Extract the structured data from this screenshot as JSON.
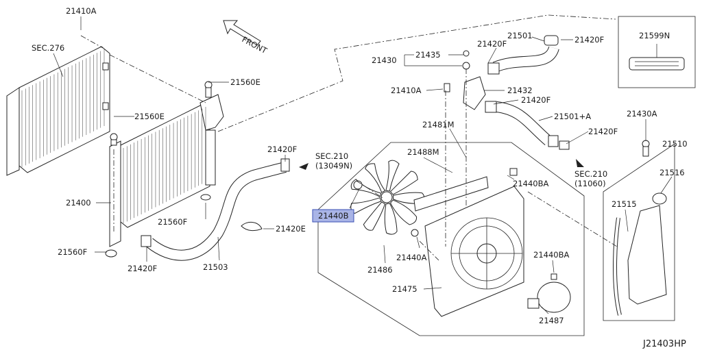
{
  "diagram": {
    "code": "J21403HP",
    "arrow_label": "FRONT",
    "highlight_color": "#a9b4e6",
    "highlight_border": "#3a4fb4",
    "labels": [
      {
        "id": "21410A-top",
        "text": "21410A"
      },
      {
        "id": "sec276",
        "text": "SEC.276"
      },
      {
        "id": "21560E-a",
        "text": "21560E"
      },
      {
        "id": "21560E-b",
        "text": "21560E"
      },
      {
        "id": "21400",
        "text": "21400"
      },
      {
        "id": "21560F-a",
        "text": "21560F"
      },
      {
        "id": "21560F-b",
        "text": "21560F"
      },
      {
        "id": "21420F-a",
        "text": "21420F"
      },
      {
        "id": "21420F-b",
        "text": "21420F"
      },
      {
        "id": "sec210-a1",
        "text": "SEC.210"
      },
      {
        "id": "sec210-a2",
        "text": "(13049N)"
      },
      {
        "id": "21420E",
        "text": "21420E"
      },
      {
        "id": "21503",
        "text": "21503"
      },
      {
        "id": "21440B",
        "text": "21440B"
      },
      {
        "id": "21486",
        "text": "21486"
      },
      {
        "id": "21488M",
        "text": "21488M"
      },
      {
        "id": "21481M",
        "text": "21481M"
      },
      {
        "id": "21440BA-a",
        "text": "21440BA"
      },
      {
        "id": "21440A",
        "text": "21440A"
      },
      {
        "id": "21440BA-b",
        "text": "21440BA"
      },
      {
        "id": "21475",
        "text": "21475"
      },
      {
        "id": "21487",
        "text": "21487"
      },
      {
        "id": "21430",
        "text": "21430"
      },
      {
        "id": "21435",
        "text": "21435"
      },
      {
        "id": "21420F-c",
        "text": "21420F"
      },
      {
        "id": "21501",
        "text": "21501"
      },
      {
        "id": "21420F-d",
        "text": "21420F"
      },
      {
        "id": "21410A-mid",
        "text": "21410A"
      },
      {
        "id": "21432",
        "text": "21432"
      },
      {
        "id": "21420F-e",
        "text": "21420F"
      },
      {
        "id": "21501A",
        "text": "21501+A"
      },
      {
        "id": "21420F-f",
        "text": "21420F"
      },
      {
        "id": "sec210-b1",
        "text": "SEC.210"
      },
      {
        "id": "sec210-b2",
        "text": "(11060)"
      },
      {
        "id": "21599N",
        "text": "21599N"
      },
      {
        "id": "21430A",
        "text": "21430A"
      },
      {
        "id": "21510",
        "text": "21510"
      },
      {
        "id": "21516",
        "text": "21516"
      },
      {
        "id": "21515",
        "text": "21515"
      }
    ]
  }
}
